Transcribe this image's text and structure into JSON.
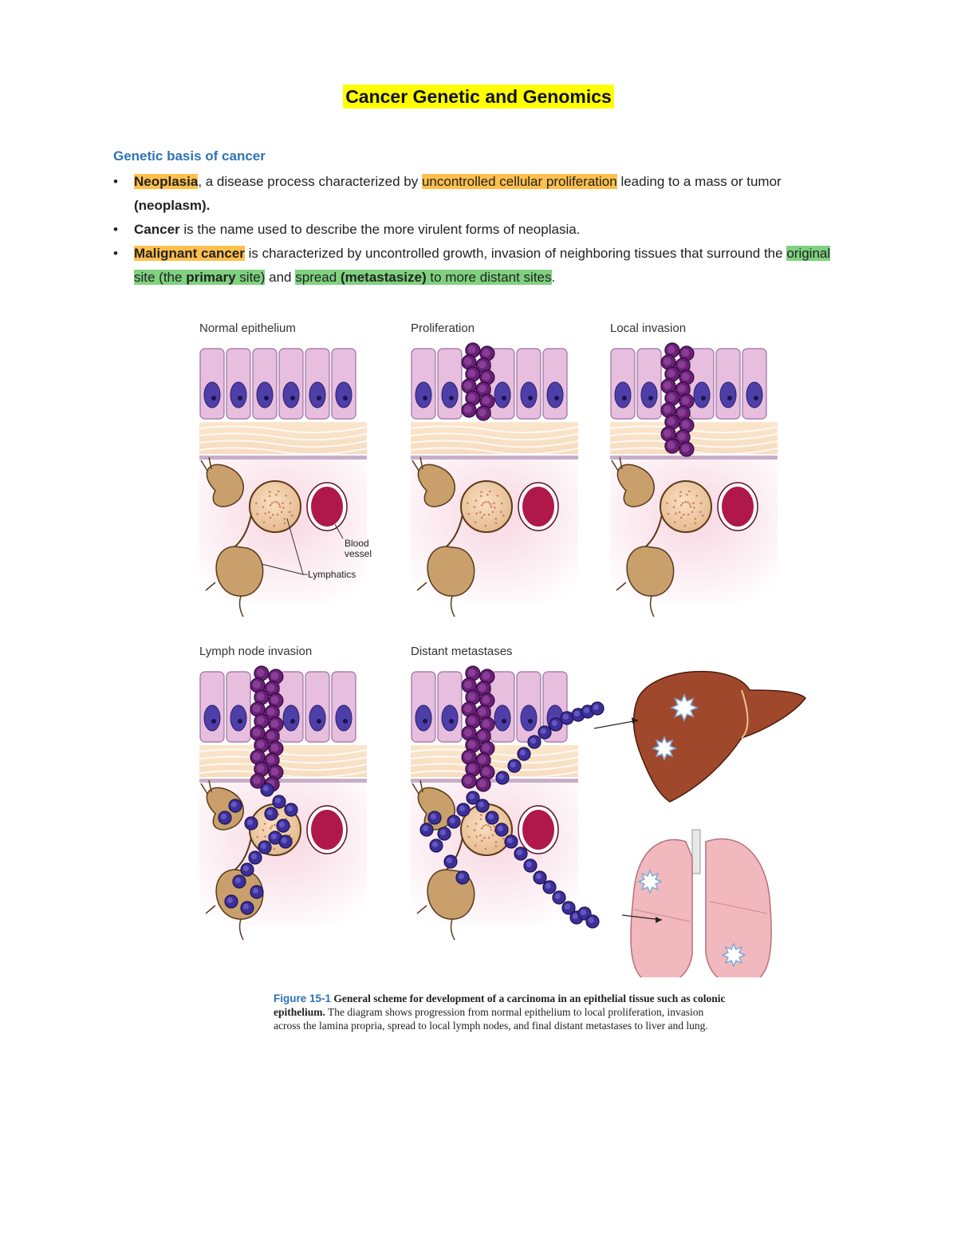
{
  "doc": {
    "title": "Cancer Genetic and Genomics",
    "heading": "Genetic basis of cancer",
    "bullets": [
      {
        "parts": [
          {
            "t": "Neoplasia",
            "b": true,
            "hl": "orange"
          },
          {
            "t": ", a disease process characterized by "
          },
          {
            "t": "uncontrolled cellular proliferation",
            "hl": "orange"
          },
          {
            "t": " leading to a mass or tumor "
          },
          {
            "t": "(neoplasm).",
            "b": true
          }
        ]
      },
      {
        "parts": [
          {
            "t": "Cancer",
            "b": true
          },
          {
            "t": " is the name used to describe the more virulent forms of neoplasia."
          }
        ]
      },
      {
        "parts": [
          {
            "t": "Malignant cancer",
            "b": true,
            "hl": "orange"
          },
          {
            "t": " is characterized by uncontrolled growth, invasion of neighboring tissues that surround the "
          },
          {
            "t": "original site (the ",
            "hl": "green"
          },
          {
            "t": "primary",
            "b": true,
            "hl": "green"
          },
          {
            "t": " site)",
            "hl": "green"
          },
          {
            "t": " and "
          },
          {
            "t": "spread ",
            "hl": "green"
          },
          {
            "t": "(metastasize)",
            "b": true,
            "hl": "green"
          },
          {
            "t": " to more distant sites",
            "hl": "green"
          },
          {
            "t": "."
          }
        ]
      }
    ]
  },
  "figure": {
    "panels": {
      "normal": "Normal epithelium",
      "proliferation": "Proliferation",
      "local": "Local invasion",
      "lymph": "Lymph node invasion",
      "distant": "Distant metastases"
    },
    "labels": {
      "blood1": "Blood",
      "blood2": "vessel",
      "lymphatics": "Lymphatics"
    },
    "caption": {
      "label": "Figure 15-1",
      "bold_text": " General scheme for development of a carcinoma in an epithelial tissue such as colonic epithelium.",
      "text": " The diagram shows progression from normal epithelium to local proliferation, invasion across the lamina propria, spread to local lymph nodes, and final distant metastases to liver and lung."
    }
  },
  "colors": {
    "highlight_yellow": "#ffff00",
    "highlight_orange": "#ffc04d",
    "highlight_green": "#7fd17f",
    "heading_blue": "#2e74b5",
    "tumor_purple": "#6a1f78",
    "cell_pink": "#e8bedf",
    "blood_red": "#b0174a",
    "node_tan": "#c9a06c",
    "liver_brown": "#a0482c",
    "lung_pink": "#f1b9bd"
  }
}
